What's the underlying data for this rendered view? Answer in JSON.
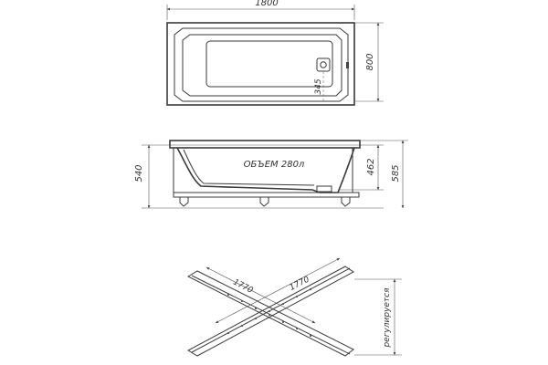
{
  "top_view": {
    "width_label": "1800",
    "depth_label": "800",
    "drain_offset_label": "345"
  },
  "side_view": {
    "volume_label": "ОБЪЕМ 280л",
    "height_left_label": "540",
    "inner_depth_label": "462",
    "total_height_label": "585"
  },
  "frame_view": {
    "diag1_label": "1770",
    "diag2_label": "1770",
    "adjust_label": "регулируется"
  }
}
